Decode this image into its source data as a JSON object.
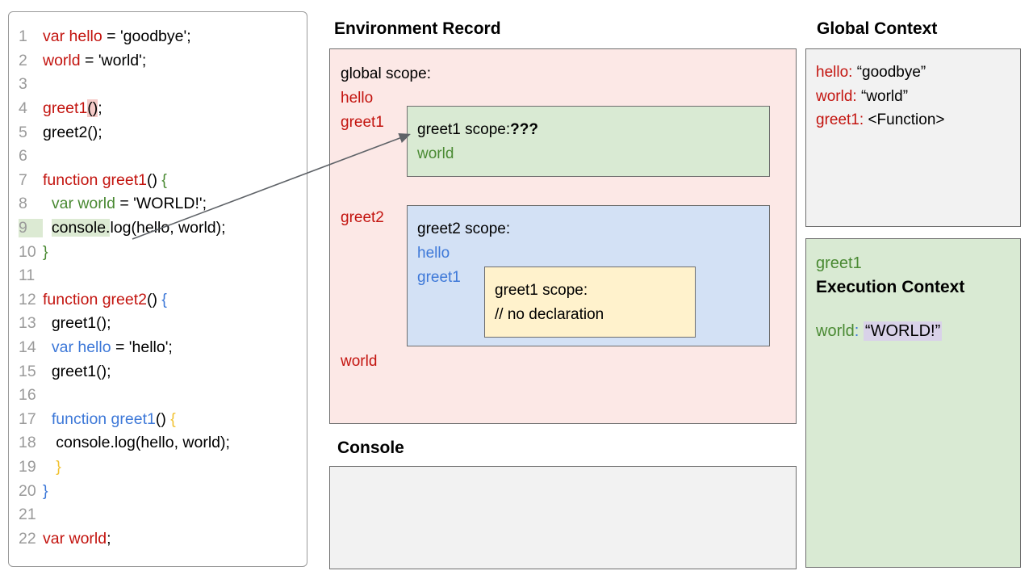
{
  "titles": {
    "environment_record": "Environment Record",
    "console": "Console",
    "global_context": "Global Context"
  },
  "code": {
    "lines": [
      {
        "n": "1",
        "segments": [
          {
            "t": "var hello",
            "c": "red"
          },
          {
            "t": " = 'goodbye';",
            "c": "k"
          }
        ]
      },
      {
        "n": "2",
        "segments": [
          {
            "t": "world",
            "c": "red"
          },
          {
            "t": " = 'world';",
            "c": "k"
          }
        ]
      },
      {
        "n": "3",
        "segments": []
      },
      {
        "n": "4",
        "segments": [
          {
            "t": "greet1",
            "c": "red"
          },
          {
            "t": "()",
            "c": "k",
            "hl": "pink"
          },
          {
            "t": ";",
            "c": "k"
          }
        ]
      },
      {
        "n": "5",
        "segments": [
          {
            "t": "greet2();",
            "c": "k"
          }
        ]
      },
      {
        "n": "6",
        "segments": []
      },
      {
        "n": "7",
        "segments": [
          {
            "t": "function greet1",
            "c": "red"
          },
          {
            "t": "() ",
            "c": "k"
          },
          {
            "t": "{",
            "c": "green"
          }
        ]
      },
      {
        "n": "8",
        "segments": [
          {
            "t": "  ",
            "c": "k"
          },
          {
            "t": "var world",
            "c": "green"
          },
          {
            "t": " = 'WORLD!';",
            "c": "k"
          }
        ]
      },
      {
        "n": "9",
        "num_highlight": true,
        "segments": [
          {
            "t": "  ",
            "c": "k"
          },
          {
            "t": "console.",
            "c": "k",
            "hl": "green"
          },
          {
            "t": "log(hello, world);",
            "c": "k"
          }
        ]
      },
      {
        "n": "10",
        "segments": [
          {
            "t": "}",
            "c": "green"
          }
        ]
      },
      {
        "n": "11",
        "segments": []
      },
      {
        "n": "12",
        "segments": [
          {
            "t": "function greet2",
            "c": "red"
          },
          {
            "t": "() ",
            "c": "k"
          },
          {
            "t": "{",
            "c": "blue"
          }
        ]
      },
      {
        "n": "13",
        "segments": [
          {
            "t": "  greet1();",
            "c": "k"
          }
        ]
      },
      {
        "n": "14",
        "segments": [
          {
            "t": "  ",
            "c": "k"
          },
          {
            "t": "var hello",
            "c": "blue"
          },
          {
            "t": " = 'hello';",
            "c": "k"
          }
        ]
      },
      {
        "n": "15",
        "segments": [
          {
            "t": "  greet1();",
            "c": "k"
          }
        ]
      },
      {
        "n": "16",
        "segments": []
      },
      {
        "n": "17",
        "segments": [
          {
            "t": "  ",
            "c": "k"
          },
          {
            "t": "function greet1",
            "c": "blue"
          },
          {
            "t": "() ",
            "c": "k"
          },
          {
            "t": "{",
            "c": "yellow"
          }
        ]
      },
      {
        "n": "18",
        "segments": [
          {
            "t": "   console.log(hello, world);",
            "c": "k"
          }
        ]
      },
      {
        "n": "19",
        "segments": [
          {
            "t": "   ",
            "c": "k"
          },
          {
            "t": "}",
            "c": "yellow"
          }
        ]
      },
      {
        "n": "20",
        "segments": [
          {
            "t": "}",
            "c": "blue"
          }
        ]
      },
      {
        "n": "21",
        "segments": []
      },
      {
        "n": "22",
        "segments": [
          {
            "t": "var world",
            "c": "red"
          },
          {
            "t": ";",
            "c": "k"
          }
        ]
      }
    ]
  },
  "environment_record": {
    "global_scope_label": "global scope:",
    "labels": [
      "hello",
      "greet1",
      "greet2",
      "world"
    ],
    "greet1_scope": {
      "title": "greet1 scope:",
      "emphasis": "???",
      "var1": "world"
    },
    "greet2_scope": {
      "title": "greet2 scope:",
      "var1": "hello",
      "var2": "greet1",
      "inner_scope": {
        "title": "greet1 scope:",
        "comment": "// no declaration"
      }
    }
  },
  "global_context": {
    "entries": [
      {
        "name": "hello:",
        "value": "“goodbye”"
      },
      {
        "name": "world:",
        "value": "“world”"
      },
      {
        "name": "greet1:",
        "value": "<Function>"
      }
    ]
  },
  "execution_context": {
    "function_name": "greet1",
    "title": "Execution Context",
    "variable": {
      "name": "world",
      "colon": ":",
      "value": "“WORLD!”"
    }
  },
  "colors": {
    "global_scope_bg": "#fce8e6",
    "greet1_scope_bg": "#d9ead3",
    "greet2_scope_bg": "#d3e1f5",
    "inner_scope_bg": "#fff2cc",
    "context_bg": "#f2f2f2",
    "execution_context_bg": "#d9ead3",
    "value_highlight_bg": "#d9d2e9",
    "keyword_red": "#c3140f",
    "keyword_green": "#4a8a33",
    "keyword_blue": "#3d78d8",
    "brace_yellow": "#f1c232"
  }
}
